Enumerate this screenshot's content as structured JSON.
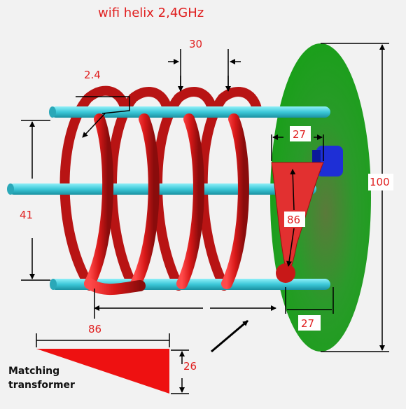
{
  "title": "wifi helix 2,4GHz",
  "dimensions": {
    "pitch": "30",
    "wire": "2.4",
    "diameter": "41",
    "length": "86",
    "reflector": "100",
    "strip_width": "27",
    "strip_length": "86",
    "feed_offset": "27",
    "taper_height": "26"
  },
  "labels": {
    "matching_line1": "Matching",
    "matching_line2": "transformer"
  },
  "colors": {
    "reflector": "#1f9a1f",
    "rod": "#3cc8d8",
    "coil": "#d81818",
    "connector": "#1e2fd6",
    "taper": "#ee1111",
    "dim_text": "#e02020"
  }
}
